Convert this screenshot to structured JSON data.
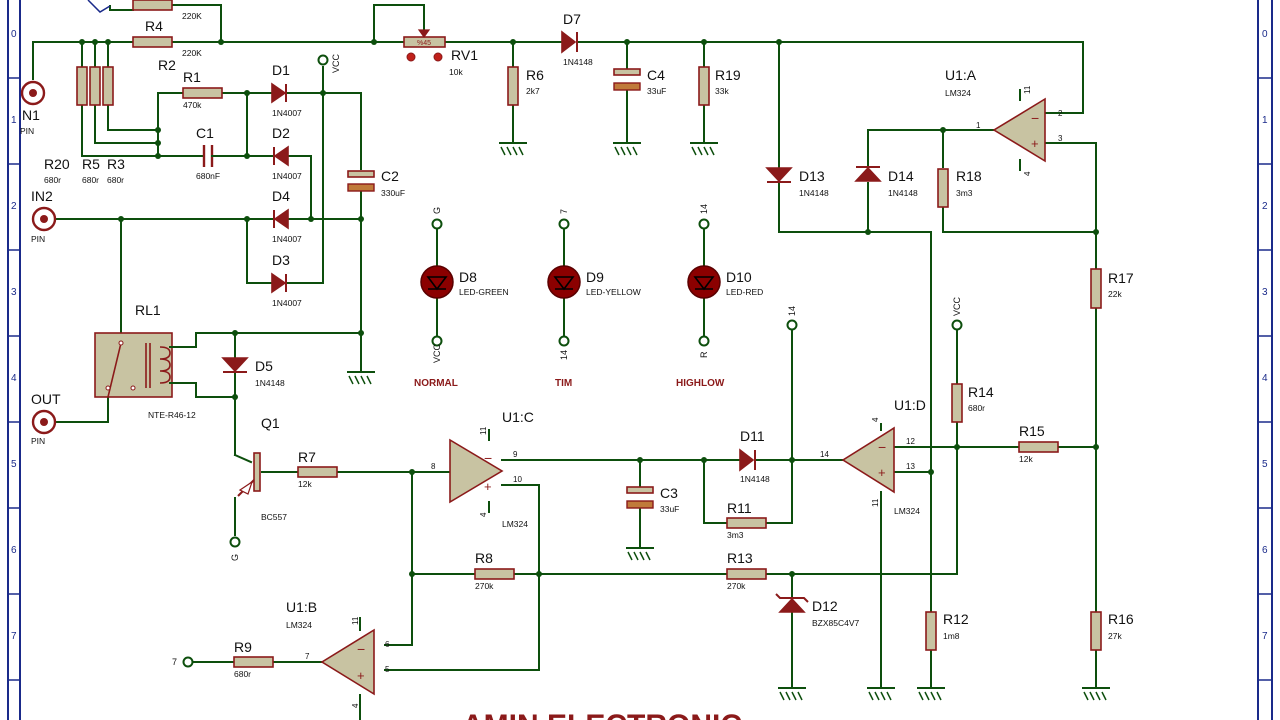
{
  "title": "AMIN ELECTRONIC",
  "border": {
    "rows": [
      "0",
      "1",
      "2",
      "3",
      "4",
      "5",
      "6",
      "7"
    ]
  },
  "status_labels": {
    "normal": "NORMAL",
    "tim": "TIM",
    "highlow": "HIGHLOW"
  },
  "net_labels": {
    "vcc": "VCC",
    "g": "G",
    "n14": "14",
    "n7": "7",
    "r": "R"
  },
  "components": {
    "r_top": {
      "value": "220K"
    },
    "r4": {
      "ref": "R4",
      "value": "220K"
    },
    "r2": {
      "ref": "R2"
    },
    "r1": {
      "ref": "R1",
      "value": "470k"
    },
    "r20": {
      "ref": "R20",
      "value": "680r"
    },
    "r5": {
      "ref": "R5",
      "value": "680r"
    },
    "r3": {
      "ref": "R3",
      "value": "680r"
    },
    "c1": {
      "ref": "C1",
      "value": "680nF"
    },
    "d1": {
      "ref": "D1",
      "value": "1N4007"
    },
    "d2": {
      "ref": "D2",
      "value": "1N4007"
    },
    "d4": {
      "ref": "D4",
      "value": "1N4007"
    },
    "d3": {
      "ref": "D3",
      "value": "1N4007"
    },
    "c2": {
      "ref": "C2",
      "value": "330uF"
    },
    "n1": {
      "ref": "N1",
      "type": "PIN"
    },
    "in2": {
      "ref": "IN2",
      "type": "PIN"
    },
    "out": {
      "ref": "OUT",
      "type": "PIN"
    },
    "rl1": {
      "ref": "RL1",
      "value": "NTE-R46-12"
    },
    "d5": {
      "ref": "D5",
      "value": "1N4148"
    },
    "q1": {
      "ref": "Q1",
      "value": "BC557"
    },
    "r7": {
      "ref": "R7",
      "value": "12k"
    },
    "rv1": {
      "ref": "RV1",
      "value": "10k",
      "wiper": "%45"
    },
    "r6": {
      "ref": "R6",
      "value": "2k7"
    },
    "d7": {
      "ref": "D7",
      "value": "1N4148"
    },
    "c4": {
      "ref": "C4",
      "value": "33uF"
    },
    "r19": {
      "ref": "R19",
      "value": "33k"
    },
    "d8": {
      "ref": "D8",
      "value": "LED-GREEN"
    },
    "d9": {
      "ref": "D9",
      "value": "LED-YELLOW"
    },
    "d10": {
      "ref": "D10",
      "value": "LED-RED"
    },
    "d13": {
      "ref": "D13",
      "value": "1N4148"
    },
    "d14": {
      "ref": "D14",
      "value": "1N4148"
    },
    "u1a": {
      "ref": "U1:A",
      "value": "LM324"
    },
    "r18": {
      "ref": "R18",
      "value": "3m3"
    },
    "r17": {
      "ref": "R17",
      "value": "22k"
    },
    "r14": {
      "ref": "R14",
      "value": "680r"
    },
    "u1d": {
      "ref": "U1:D",
      "value": "LM324"
    },
    "r15": {
      "ref": "R15",
      "value": "12k"
    },
    "u1c": {
      "ref": "U1:C",
      "value": "LM324"
    },
    "d11": {
      "ref": "D11",
      "value": "1N4148"
    },
    "c3": {
      "ref": "C3",
      "value": "33uF"
    },
    "r11": {
      "ref": "R11",
      "value": "3m3"
    },
    "r8": {
      "ref": "R8",
      "value": "270k"
    },
    "r13": {
      "ref": "R13",
      "value": "270k"
    },
    "d12": {
      "ref": "D12",
      "value": "BZX85C4V7"
    },
    "r12": {
      "ref": "R12",
      "value": "1m8"
    },
    "r16": {
      "ref": "R16",
      "value": "27k"
    },
    "u1b": {
      "ref": "U1:B",
      "value": "LM324"
    },
    "r9": {
      "ref": "R9",
      "value": "680r"
    }
  },
  "pins": {
    "u1a": {
      "p11": "11",
      "p1": "1",
      "p2": "2",
      "p3": "3",
      "p4": "4"
    },
    "u1c": {
      "p11": "11",
      "p8": "8",
      "p9": "9",
      "p10": "10",
      "p4": "4"
    },
    "u1d": {
      "p4": "4",
      "p14": "14",
      "p12": "12",
      "p13": "13",
      "p11": "11"
    },
    "u1b": {
      "p11": "11",
      "p7": "7",
      "p6": "6",
      "p5": "5",
      "p4": "4"
    }
  }
}
